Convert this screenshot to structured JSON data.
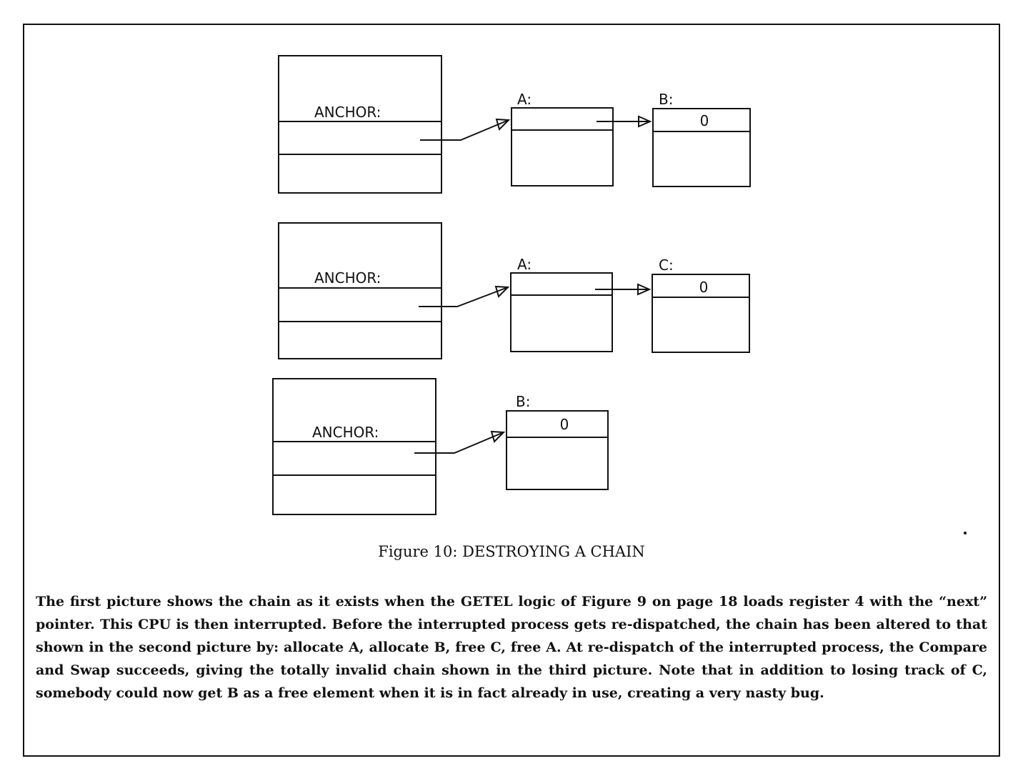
{
  "figures": [
    {
      "anchor_label": "ANCHOR:",
      "elements": [
        {
          "label": "A:",
          "value": ""
        },
        {
          "label": "B:",
          "value": "0"
        }
      ]
    },
    {
      "anchor_label": "ANCHOR:",
      "elements": [
        {
          "label": "A:",
          "value": ""
        },
        {
          "label": "C:",
          "value": "0"
        }
      ]
    },
    {
      "anchor_label": "ANCHOR:",
      "elements": [
        {
          "label": "B:",
          "value": "0"
        }
      ]
    }
  ],
  "caption": "Figure 10: DESTROYING A CHAIN",
  "description": "The first picture shows the chain as it exists when the GETEL logic of Figure 9 on page 18 loads register 4 with the “next” pointer.  This CPU is then interrupted.  Before the interrupted process gets re-dispatched, the chain has been altered to that shown in the second picture by: allocate A, allocate B, free C, free A.  At re-dispatch of the interrupted process, the Compare and Swap succeeds, giving the totally invalid chain shown in the third picture. Note that in addition to losing track of C, somebody could now get B as a free element when it is in fact already in use, creating a very nasty bug."
}
